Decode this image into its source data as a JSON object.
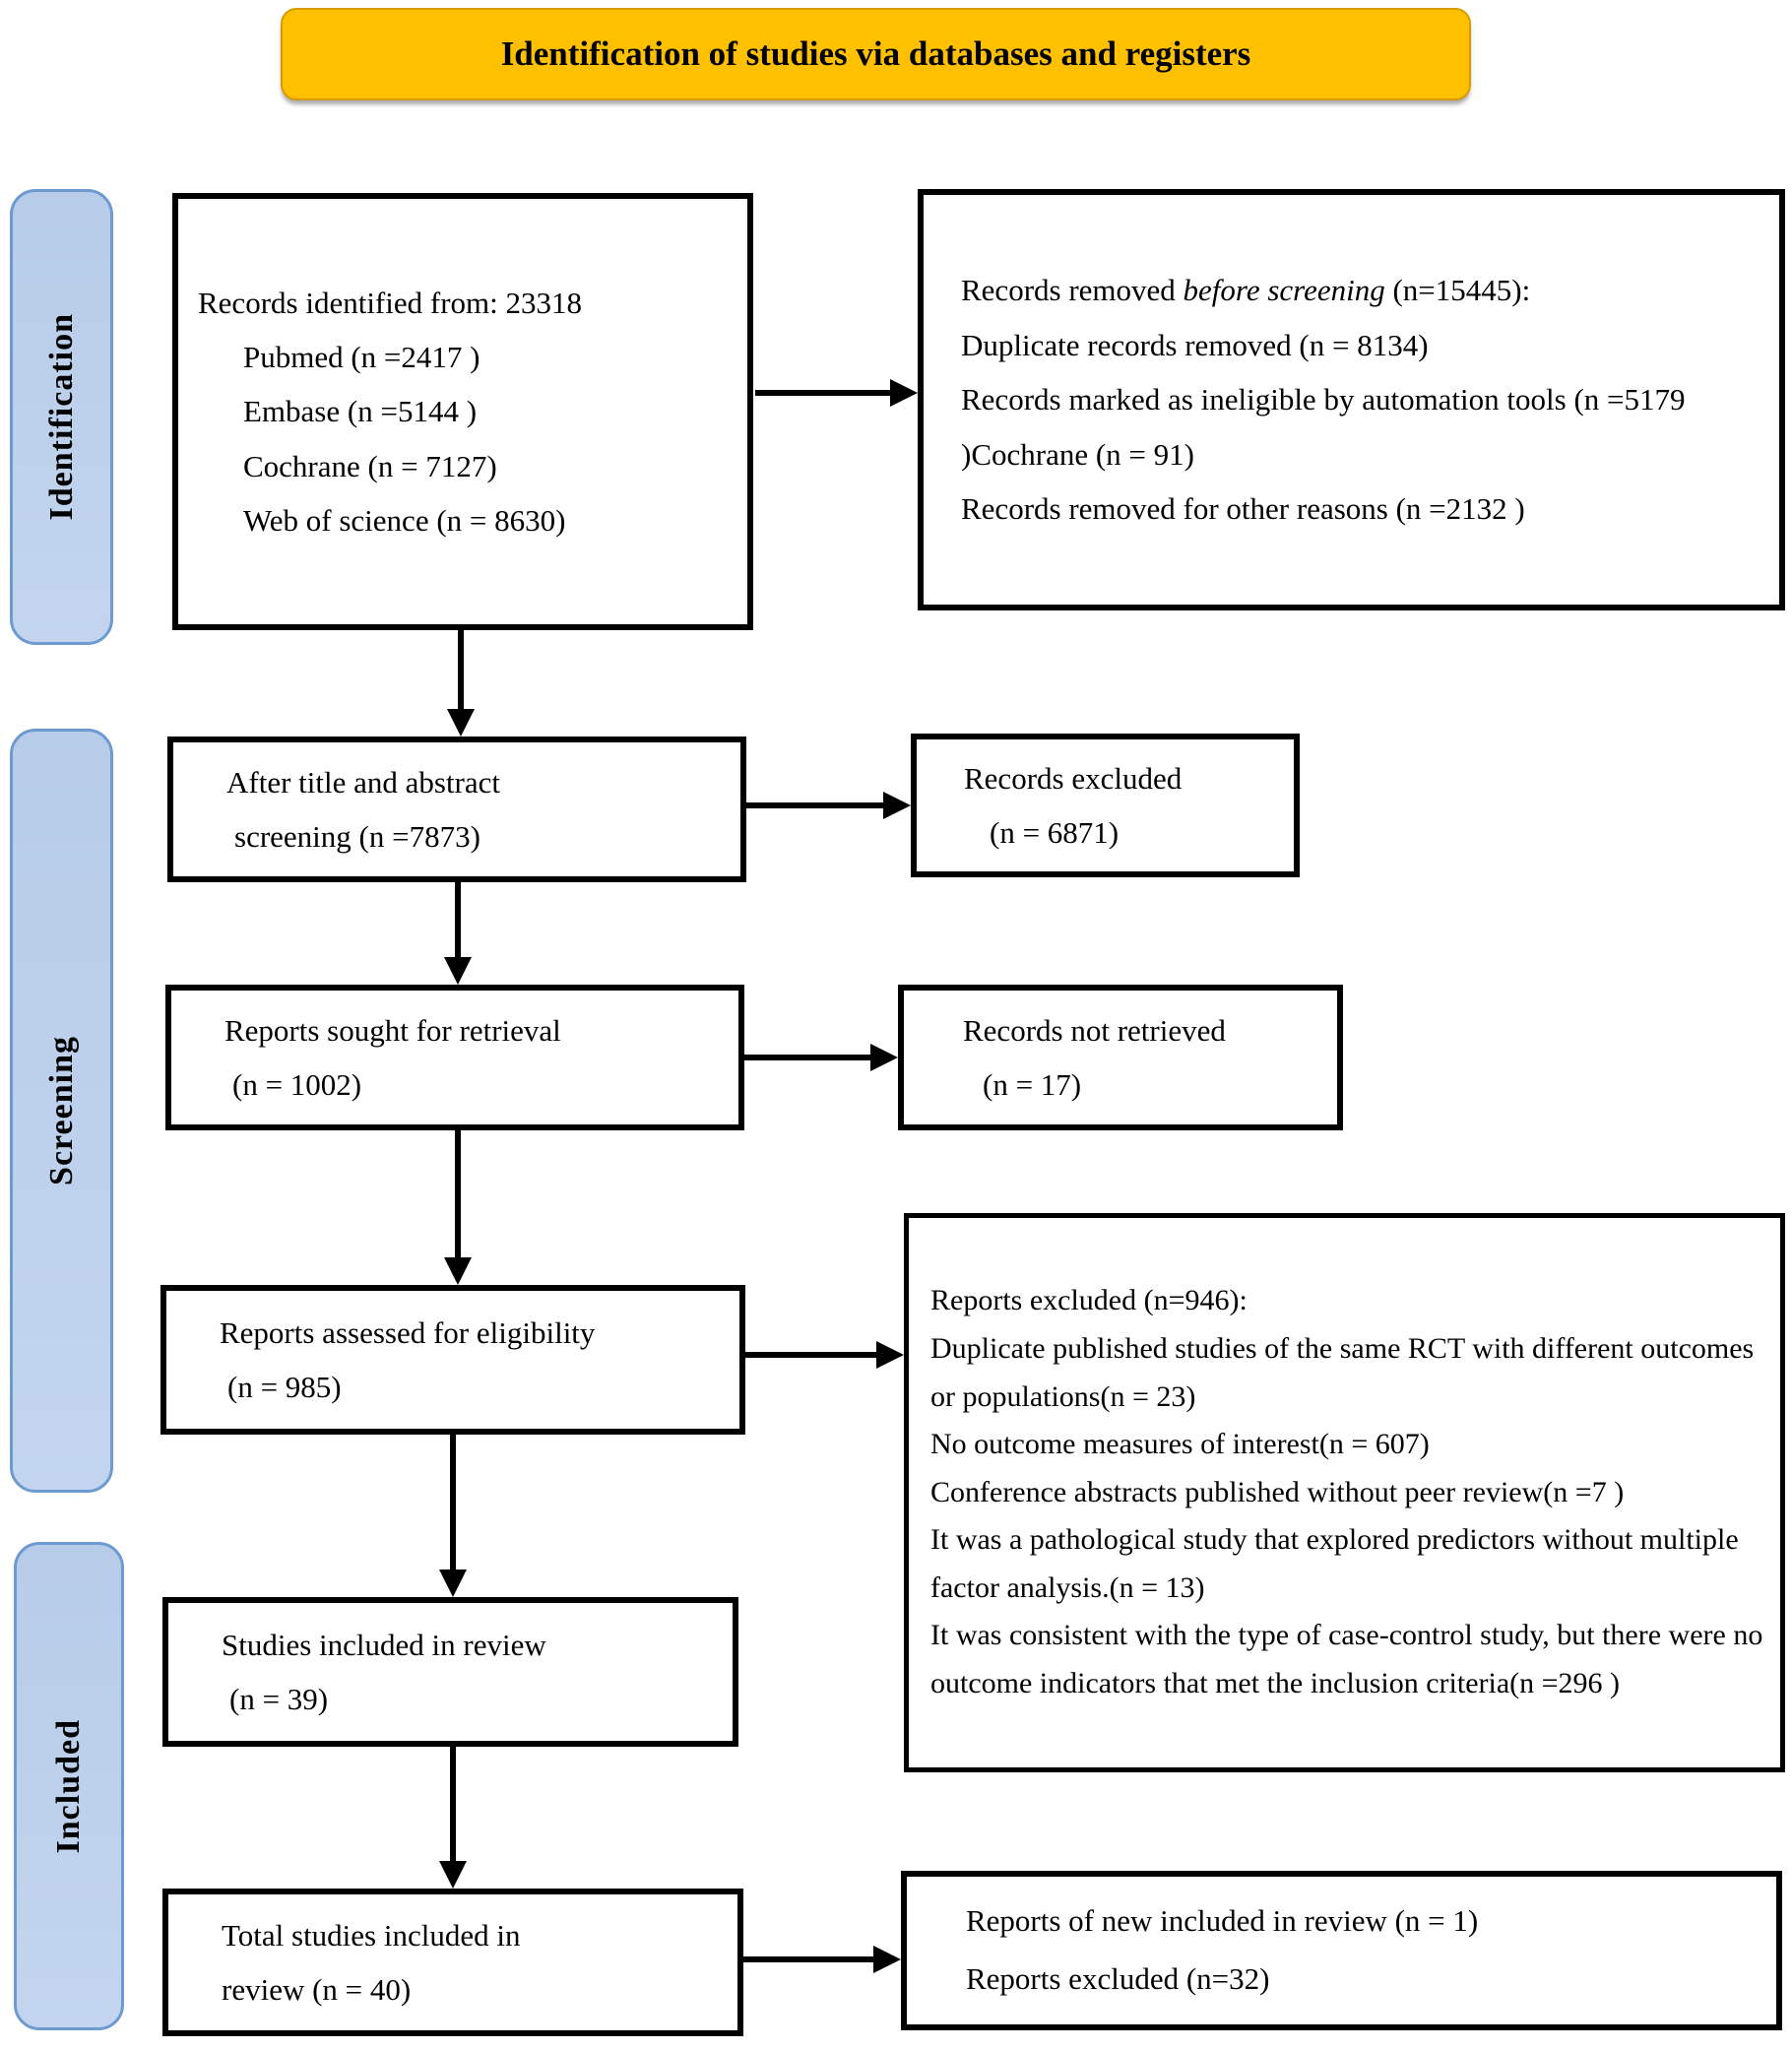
{
  "banner": {
    "title": "Identification of studies via databases and registers"
  },
  "sidebar": {
    "identification": "Identification",
    "screening": "Screening",
    "included": "Included"
  },
  "boxes": {
    "records_identified": {
      "line1": "Records identified from: 23318",
      "items": [
        "Pubmed (n =2417 )",
        "Embase (n =5144 )",
        "Cochrane (n = 7127)",
        "Web of science (n = 8630)"
      ]
    },
    "records_removed": {
      "prefix": "Records removed ",
      "emphasis": "before screening",
      "suffix": " (n=15445):",
      "items": [
        "Duplicate records removed (n = 8134)",
        "Records marked as ineligible by automation tools (n =5179 )Cochrane (n = 91)",
        "Records removed for other reasons (n =2132 )"
      ]
    },
    "title_abstract_screening": {
      "line1": "After title and abstract",
      "line2": "screening (n =7873)"
    },
    "records_excluded": {
      "line1": "Records excluded",
      "line2": "(n = 6871)"
    },
    "reports_sought": {
      "line1": "Reports sought for retrieval",
      "line2": "(n = 1002)"
    },
    "records_not_retrieved": {
      "line1": "Records not retrieved",
      "line2": "(n = 17)"
    },
    "reports_assessed": {
      "line1": "Reports assessed for eligibility",
      "line2": "(n = 985)"
    },
    "reports_excluded": {
      "line1": "Reports excluded (n=946):",
      "items": [
        "Duplicate published studies of the same RCT with different outcomes or populations(n = 23)",
        "No outcome measures of interest(n = 607)",
        "Conference abstracts published without peer review(n =7 )",
        "It was a pathological study that explored predictors without multiple factor analysis.(n = 13)",
        "It was consistent with the type of case-control study, but there were no outcome indicators that met the inclusion criteria(n =296 )"
      ]
    },
    "studies_included": {
      "line1": "Studies included in review",
      "line2": "(n = 39)"
    },
    "total_studies": {
      "line1": "Total studies included in",
      "line2": "review (n = 40)"
    },
    "final_reports": {
      "line1": "Reports of new included in review (n = 1)",
      "line2": "Reports excluded (n=32)"
    }
  },
  "colors": {
    "banner_fill": "#FFC000",
    "sidebar_fill": "#B7CCE9",
    "sidebar_border": "#6D9AD1",
    "box_border": "#000000"
  }
}
